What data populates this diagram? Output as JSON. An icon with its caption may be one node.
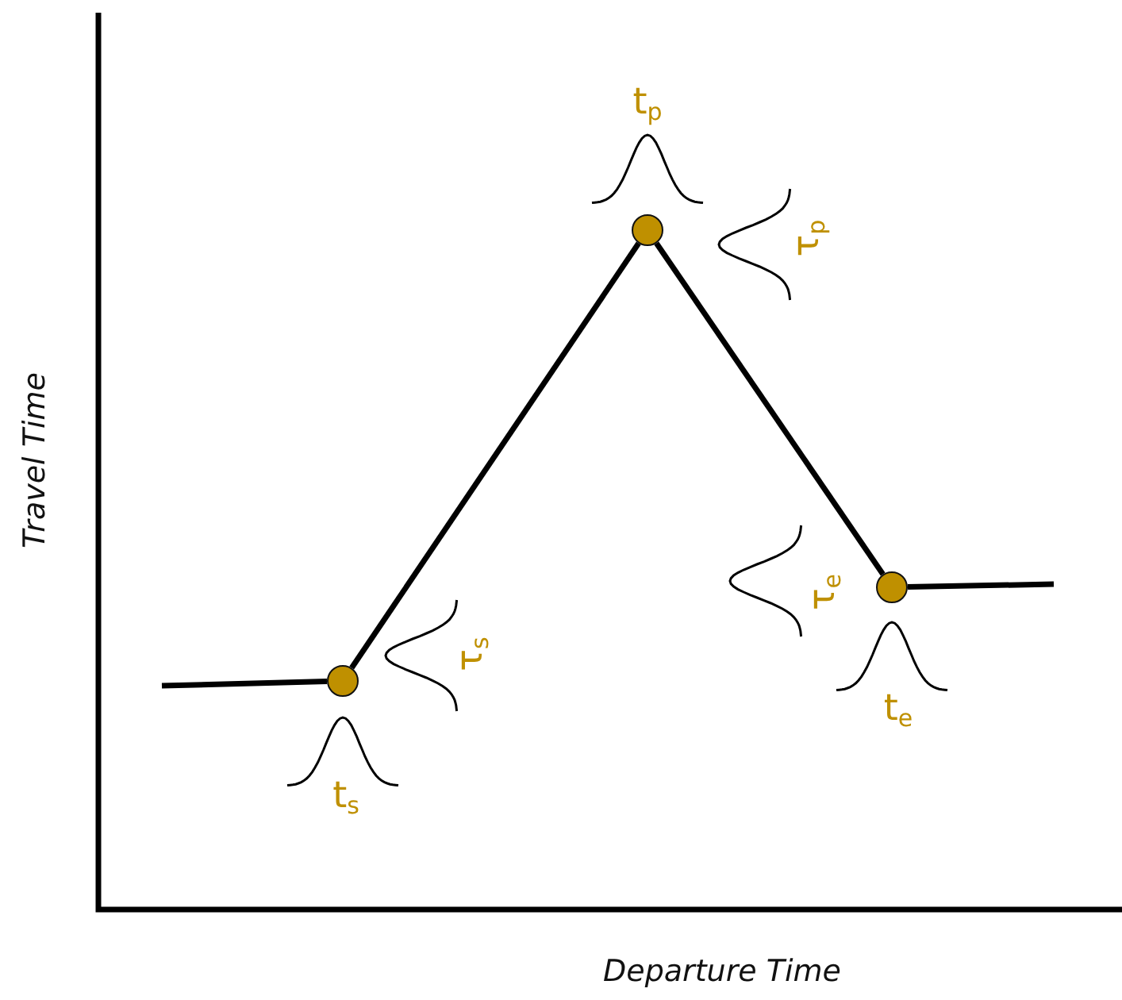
{
  "diagram": {
    "nodes": [
      {
        "text": [],
        "shape": "circle",
        "beside": [
          "t$_{s}$",
          "τ$_{s}$"
        ]
      },
      {
        "text": [],
        "shape": "circle",
        "beside": [
          "t$_{p}$",
          "τ$_{p}$"
        ]
      },
      {
        "text": [],
        "shape": "circle",
        "beside": [
          "t$_{e}$",
          "τ$_{e}$"
        ]
      }
    ],
    "edges": [
      {
        "from": null,
        "to": 0,
        "arrow": "none"
      },
      {
        "from": 0,
        "to": 1,
        "arrow": "none"
      },
      {
        "from": 1,
        "to": 2,
        "arrow": "none"
      },
      {
        "from": 2,
        "to": null,
        "arrow": "none"
      }
    ],
    "labels": [
      "Travel Time",
      "Departure Time"
    ]
  }
}
